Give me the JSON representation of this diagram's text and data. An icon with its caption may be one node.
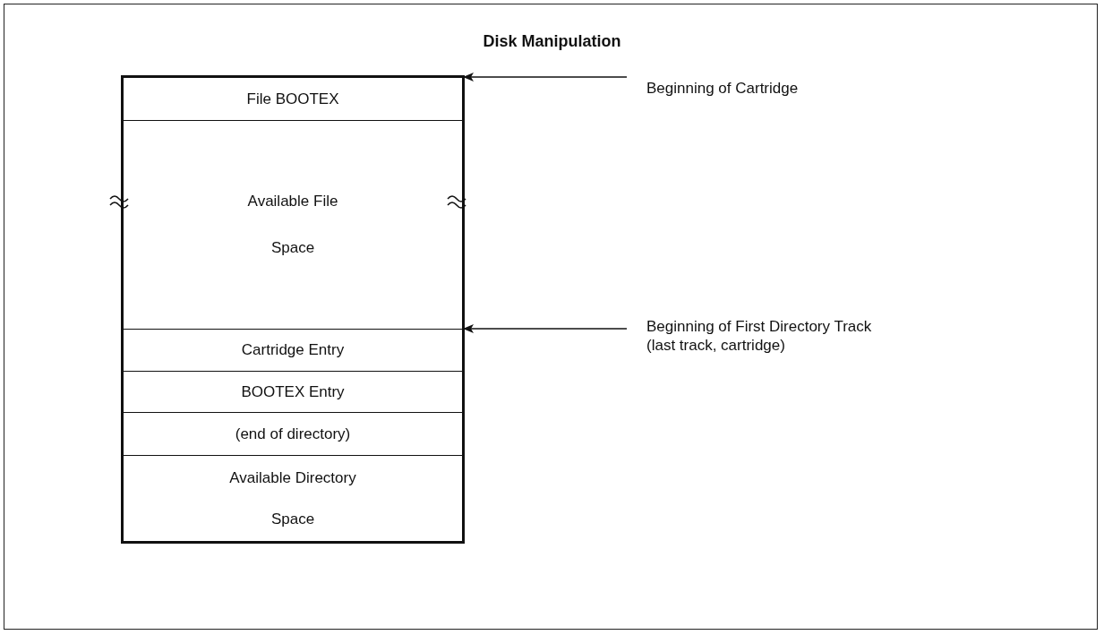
{
  "diagram": {
    "title": "Disk Manipulation",
    "nodes": [
      {
        "text": [
          "File BOOTEX"
        ]
      },
      {
        "text": [
          "Available File Space"
        ]
      },
      {
        "text": [
          "Cartridge Entry"
        ]
      },
      {
        "text": [
          "BOOTEX Entry"
        ]
      },
      {
        "text": [
          "(end of directory)"
        ]
      },
      {
        "text": [
          "Available Directory Space"
        ]
      },
      {
        "text": [
          "Beginning of Cartridge"
        ]
      },
      {
        "text": [
          "Beginning of First Directory Track",
          "(last track, cartridge)"
        ]
      }
    ],
    "edges": [
      {
        "from": 6,
        "to": 0,
        "arrow": "to"
      },
      {
        "from": 7,
        "to": 2,
        "arrow": "to"
      }
    ]
  }
}
